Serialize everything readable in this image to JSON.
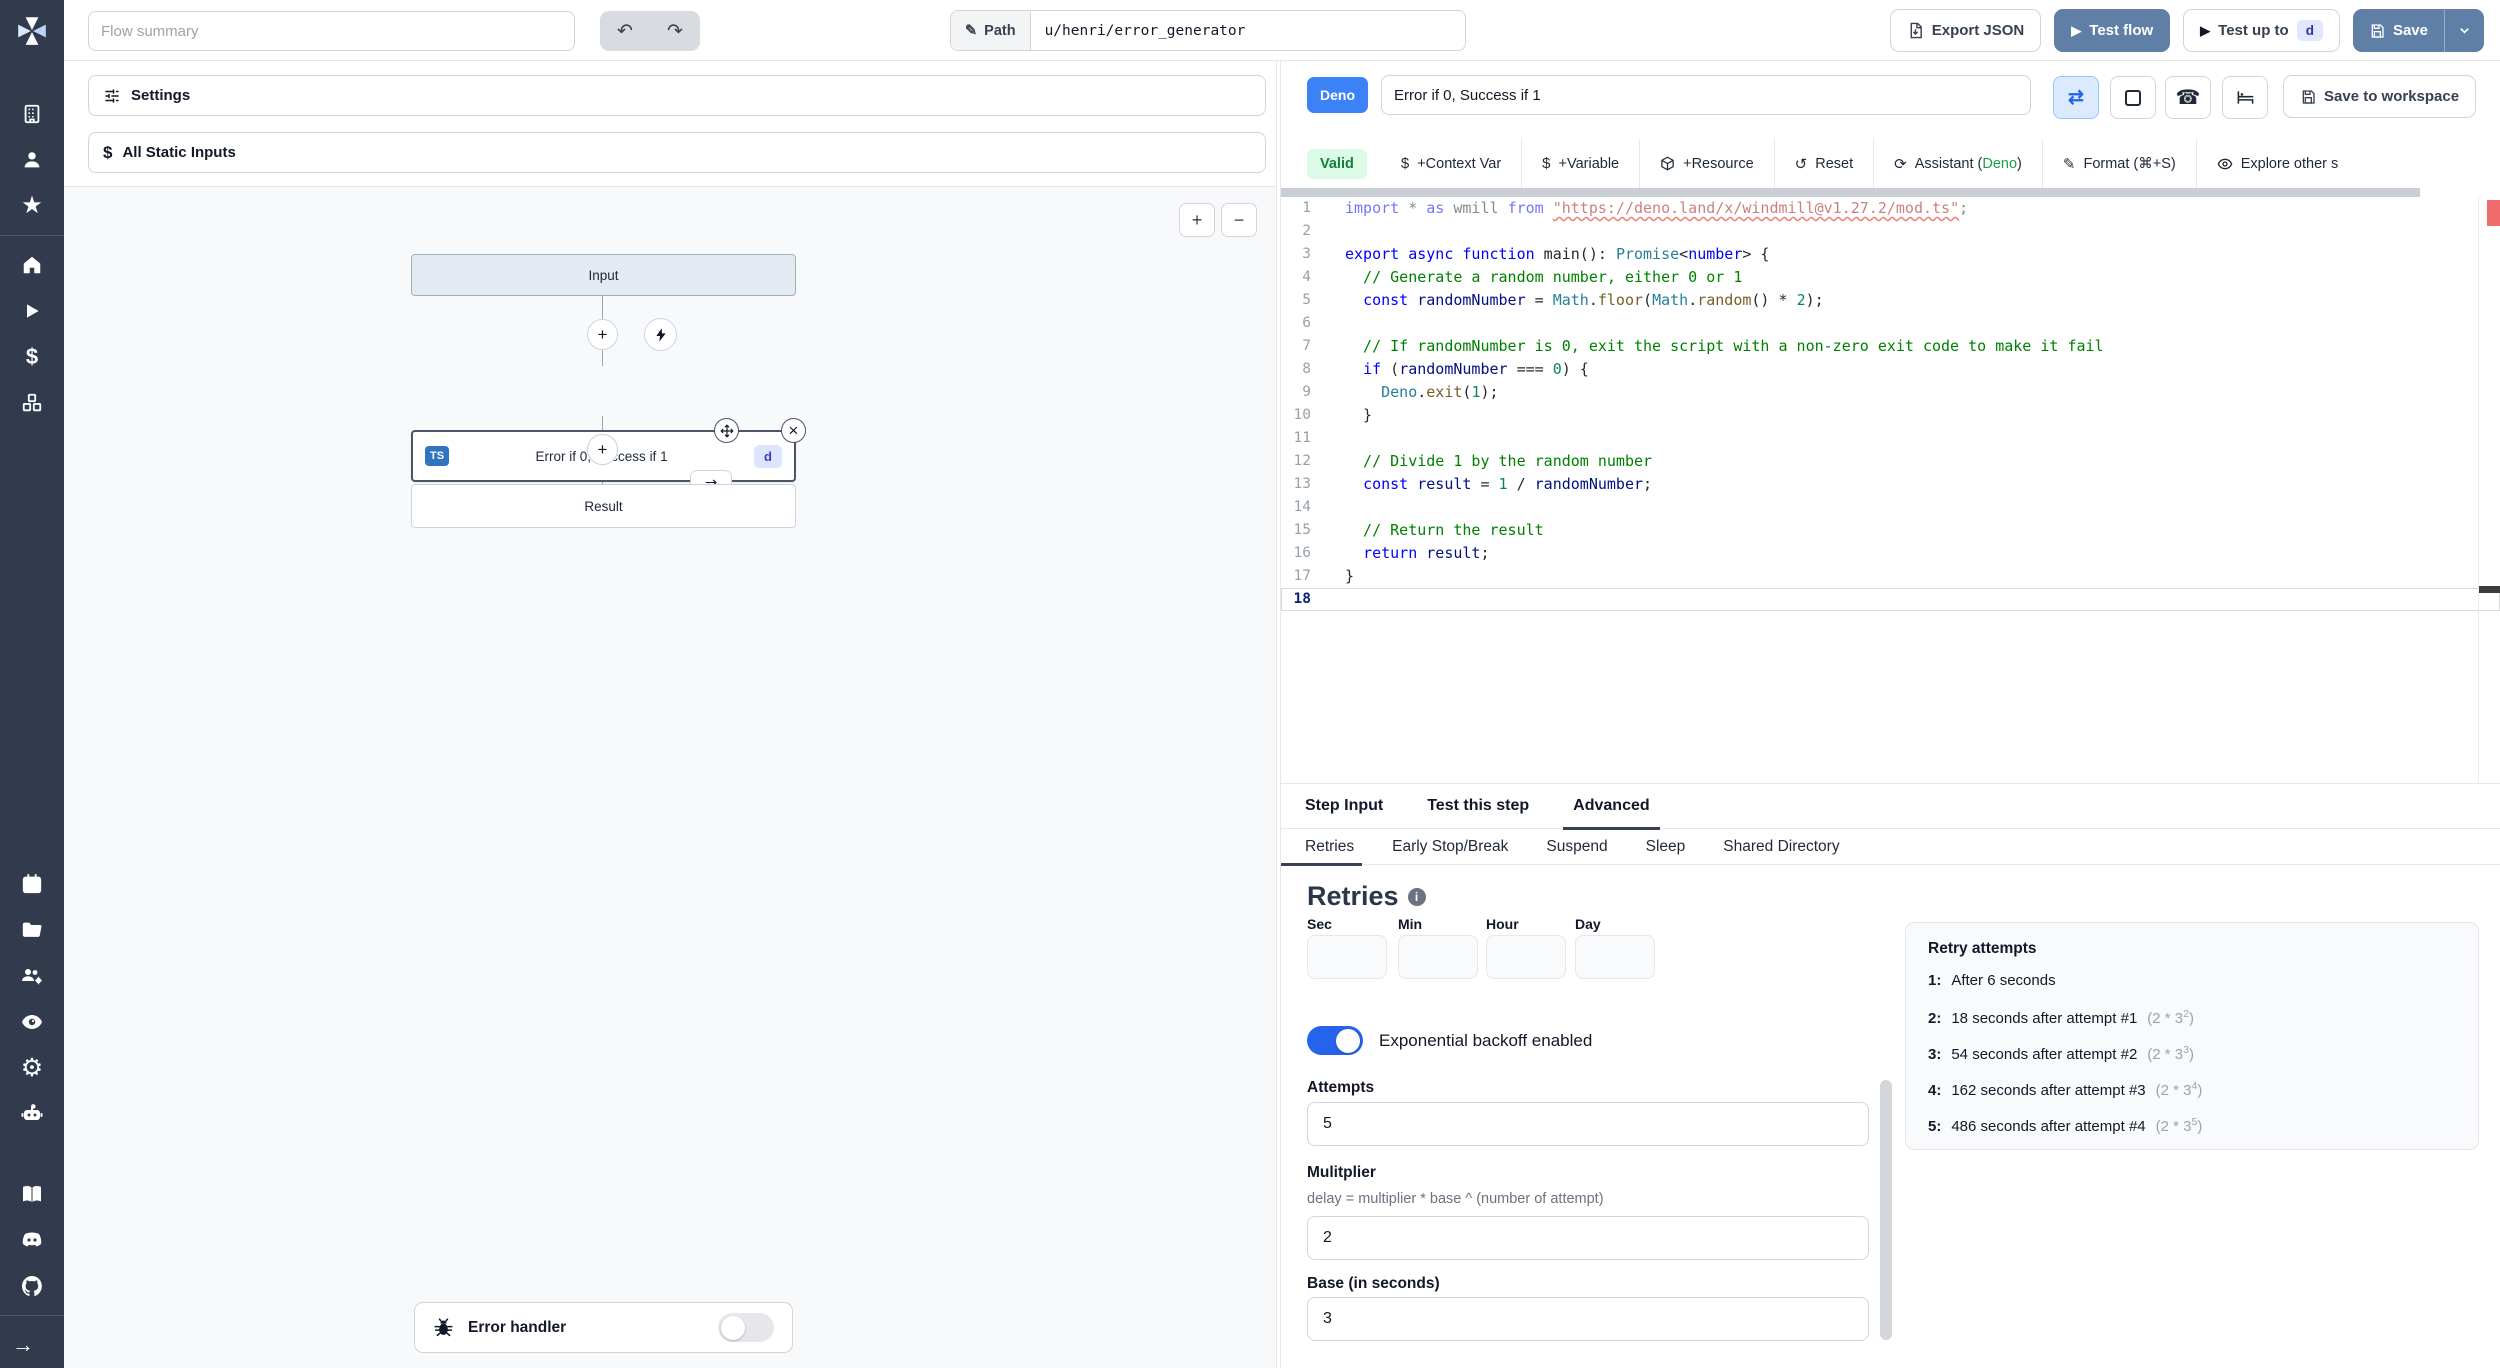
{
  "icons": {
    "undo": "↶",
    "redo": "↷",
    "pencil": "✎",
    "play": "▶",
    "chevron": "⌄",
    "plus": "+",
    "minus": "−",
    "close": "×",
    "repeat": "⇄",
    "sync": "⇄",
    "dollar": "$",
    "reset": "↺",
    "assistant": "⟳",
    "format": "✎",
    "phone": "☎",
    "gear": "⚙",
    "star": "★",
    "arrow_right": "→"
  },
  "topbar": {
    "flow_summary_placeholder": "Flow summary",
    "path_label": "Path",
    "path_value": "u/henri/error_generator",
    "export_json": "Export JSON",
    "test_flow": "Test flow",
    "test_up_to": "Test up to",
    "test_up_to_badge": "d",
    "save": "Save"
  },
  "left_panel": {
    "settings": "Settings",
    "all_static_inputs": "All Static Inputs",
    "zoom_in": "+",
    "zoom_out": "−",
    "graph": {
      "input_node": "Input",
      "step_lang_badge": "TS",
      "step_label": "Error if 0, Success if 1",
      "step_suffix_badge": "d",
      "result_node": "Result",
      "error_handler": "Error handler"
    }
  },
  "right_panel": {
    "lang_badge": "Deno",
    "summary_value": "Error if 0, Success if 1",
    "save_to_workspace": "Save to workspace",
    "toolbar": {
      "valid": "Valid",
      "context_var": "+Context Var",
      "variable": "+Variable",
      "resource": "+Resource",
      "reset": "Reset",
      "assistant_prefix": "Assistant (",
      "assistant_lang": "Deno",
      "assistant_suffix": ")",
      "format": "Format (⌘+S)",
      "explore": "Explore other s"
    },
    "editor": {
      "lines": [
        {
          "n": "1",
          "faded": true,
          "tokens": [
            [
              "kw",
              "import"
            ],
            [
              "pl",
              " * "
            ],
            [
              "kw",
              "as"
            ],
            [
              "pl",
              " wmill "
            ],
            [
              "kw",
              "from"
            ],
            [
              "pl",
              " "
            ],
            [
              "str sq",
              "\"https://deno.land/x/windmill@v1.27.2/mod.ts\""
            ],
            [
              "pl",
              ";"
            ]
          ]
        },
        {
          "n": "2",
          "tokens": []
        },
        {
          "n": "3",
          "tokens": [
            [
              "kw",
              "export"
            ],
            [
              "pl",
              " "
            ],
            [
              "kw",
              "async"
            ],
            [
              "pl",
              " "
            ],
            [
              "kw",
              "function"
            ],
            [
              "pl",
              " main(): "
            ],
            [
              "typ",
              "Promise"
            ],
            [
              "pl",
              "<"
            ],
            [
              "kw",
              "number"
            ],
            [
              "pl",
              "> {"
            ]
          ]
        },
        {
          "n": "4",
          "tokens": [
            [
              "com",
              "  // Generate a random number, either 0 or 1"
            ]
          ]
        },
        {
          "n": "5",
          "tokens": [
            [
              "pl",
              "  "
            ],
            [
              "kw",
              "const"
            ],
            [
              "pl",
              " "
            ],
            [
              "vr",
              "randomNumber"
            ],
            [
              "pl",
              " = "
            ],
            [
              "typ",
              "Math"
            ],
            [
              "pl",
              "."
            ],
            [
              "fn",
              "floor"
            ],
            [
              "pl",
              "("
            ],
            [
              "typ",
              "Math"
            ],
            [
              "pl",
              "."
            ],
            [
              "fn",
              "random"
            ],
            [
              "pl",
              "() * "
            ],
            [
              "num",
              "2"
            ],
            [
              "pl",
              ");"
            ]
          ]
        },
        {
          "n": "6",
          "tokens": []
        },
        {
          "n": "7",
          "tokens": [
            [
              "com",
              "  // If randomNumber is 0, exit the script with a non-zero exit code to make it fail"
            ]
          ]
        },
        {
          "n": "8",
          "tokens": [
            [
              "pl",
              "  "
            ],
            [
              "kw",
              "if"
            ],
            [
              "pl",
              " ("
            ],
            [
              "vr",
              "randomNumber"
            ],
            [
              "pl",
              " === "
            ],
            [
              "num",
              "0"
            ],
            [
              "pl",
              ") {"
            ]
          ]
        },
        {
          "n": "9",
          "tokens": [
            [
              "pl",
              "    "
            ],
            [
              "typ",
              "Deno"
            ],
            [
              "pl",
              "."
            ],
            [
              "fn",
              "exit"
            ],
            [
              "pl",
              "("
            ],
            [
              "num",
              "1"
            ],
            [
              "pl",
              ");"
            ]
          ]
        },
        {
          "n": "10",
          "tokens": [
            [
              "pl",
              "  }"
            ]
          ]
        },
        {
          "n": "11",
          "tokens": []
        },
        {
          "n": "12",
          "tokens": [
            [
              "com",
              "  // Divide 1 by the random number"
            ]
          ]
        },
        {
          "n": "13",
          "tokens": [
            [
              "pl",
              "  "
            ],
            [
              "kw",
              "const"
            ],
            [
              "pl",
              " "
            ],
            [
              "vr",
              "result"
            ],
            [
              "pl",
              " = "
            ],
            [
              "num",
              "1"
            ],
            [
              "pl",
              " / "
            ],
            [
              "vr",
              "randomNumber"
            ],
            [
              "pl",
              ";"
            ]
          ]
        },
        {
          "n": "14",
          "tokens": []
        },
        {
          "n": "15",
          "tokens": [
            [
              "com",
              "  // Return the result"
            ]
          ]
        },
        {
          "n": "16",
          "tokens": [
            [
              "pl",
              "  "
            ],
            [
              "kw",
              "return"
            ],
            [
              "pl",
              " "
            ],
            [
              "vr",
              "result"
            ],
            [
              "pl",
              ";"
            ]
          ]
        },
        {
          "n": "17",
          "tokens": [
            [
              "pl",
              "}"
            ]
          ]
        },
        {
          "n": "18",
          "current": true,
          "tokens": []
        }
      ]
    },
    "tabs": [
      "Step Input",
      "Test this step",
      "Advanced"
    ],
    "subtabs": [
      "Retries",
      "Early Stop/Break",
      "Suspend",
      "Sleep",
      "Shared Directory"
    ],
    "retries": {
      "heading": "Retries",
      "time_labels": [
        "Sec",
        "Min",
        "Hour",
        "Day"
      ],
      "backoff_label": "Exponential backoff enabled",
      "attempts_label": "Attempts",
      "attempts_value": "5",
      "multiplier_label": "Mulitplier",
      "multiplier_help": "delay = multiplier * base ^ (number of attempt)",
      "multiplier_value": "2",
      "base_label": "Base (in seconds)",
      "base_value": "3",
      "retry_panel": {
        "title": "Retry attempts",
        "items": [
          {
            "n": "1:",
            "text": "After 6 seconds",
            "f": "",
            "e": "",
            "c": ""
          },
          {
            "n": "2:",
            "text": "18 seconds after attempt #1",
            "f": "(2 * 3",
            "e": "2",
            "c": ")"
          },
          {
            "n": "3:",
            "text": "54 seconds after attempt #2",
            "f": "(2 * 3",
            "e": "3",
            "c": ")"
          },
          {
            "n": "4:",
            "text": "162 seconds after attempt #3",
            "f": "(2 * 3",
            "e": "4",
            "c": ")"
          },
          {
            "n": "5:",
            "text": "486 seconds after attempt #4",
            "f": "(2 * 3",
            "e": "5",
            "c": ")"
          }
        ]
      }
    }
  },
  "colors": {
    "accent_blue": "#3b82f6",
    "button_steel": "#5f7fa6",
    "toggle_on": "#2563eb",
    "valid_bg": "#dcfce7",
    "valid_text": "#15803d",
    "sidebar_bg": "#323b4e",
    "error_marker": "#f16c6c",
    "squiggle": "#e51400"
  }
}
